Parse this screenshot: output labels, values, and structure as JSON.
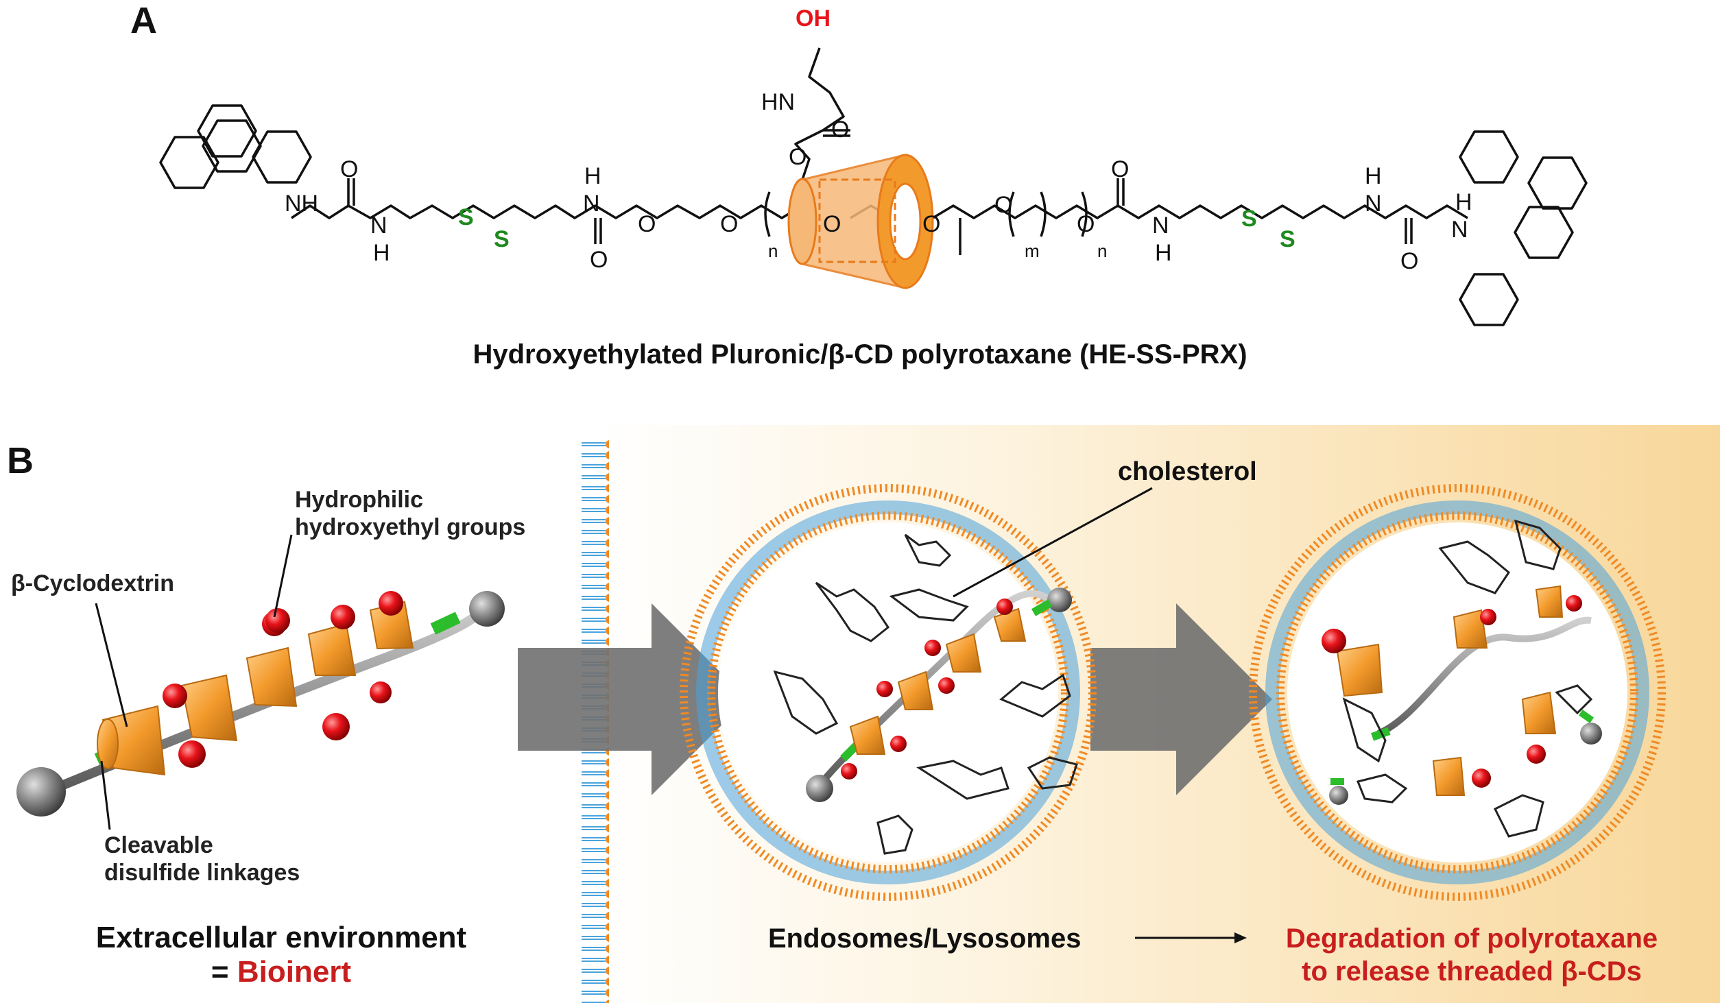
{
  "panel_a": {
    "label": "A",
    "title": "Hydroxyethylated Pluronic/β-CD polyrotaxane (HE-SS-PRX)",
    "atoms": {
      "oh": "OH",
      "hn_top": "HN",
      "o_carbonyl_top": "O",
      "o_link_top": "O",
      "nh_left1": "NH",
      "h_left1": "H",
      "o_amide_left": "O",
      "nh_left2": "N",
      "h_left2": "H",
      "s1": "S",
      "s2": "S",
      "h_left3": "H",
      "n_left3": "N",
      "o_carbamate_left1": "O",
      "o_carbamate_left2": "O",
      "o_peg_left": "O",
      "o_peg_left2": "O",
      "sub_n_left": "n",
      "o_ppo1": "O",
      "o_ppo2": "O",
      "o_ppo3": "O",
      "sub_m": "m",
      "o_peg_right": "O",
      "sub_n_right": "n",
      "o_carbamate_right": "O",
      "n_right1": "N",
      "h_right1": "H",
      "s3": "S",
      "s4": "S",
      "h_right2": "H",
      "n_right2": "N",
      "o_amide_right": "O",
      "h_right3": "H",
      "n_right3": "N"
    }
  },
  "panel_b": {
    "label": "B",
    "label_hydroxyethyl": [
      "Hydrophilic",
      "hydroxyethyl groups"
    ],
    "label_cd": "β-Cyclodextrin",
    "label_disulfide": [
      "Cleavable",
      "disulfide linkages"
    ],
    "label_cholesterol": "cholesterol",
    "extracellular_line1": "Extracellular environment",
    "extracellular_eq": "= ",
    "extracellular_bioinert": "Bioinert",
    "endosomes": "Endosomes/Lysosomes",
    "degradation": [
      "Degradation of polyrotaxane",
      "to release threaded β-CDs"
    ]
  },
  "colors": {
    "disulfide_green": "#1e8a1e",
    "hydroxyl_red": "#e8131a",
    "cd_orange": "#f39a2c",
    "bioinert_red": "#c81e1e",
    "arrow_gray": "#707070",
    "membrane_orange": "#f08a24",
    "membrane_blue": "#4aa3dc",
    "gradient_peach": "#f8d79a"
  }
}
